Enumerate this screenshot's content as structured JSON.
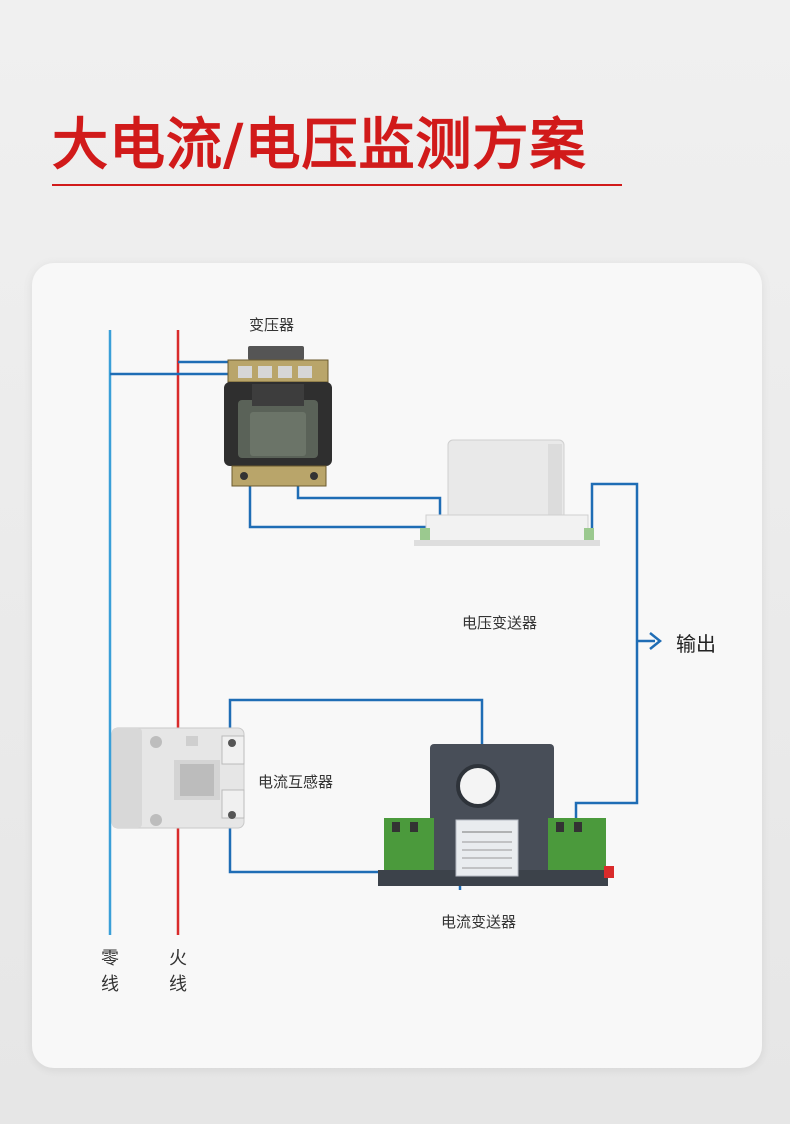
{
  "title": "大电流/电压监测方案",
  "labels": {
    "transformer": "变压器",
    "voltage_transmitter": "电压变送器",
    "output": "输出",
    "current_transformer": "电流互感器",
    "current_transmitter": "电流变送器",
    "neutral_line": "零线",
    "live_line": "火线"
  },
  "colors": {
    "title": "#d11a1a",
    "neutral_wire": "#3a9fd8",
    "live_wire": "#d92b2b",
    "signal_wire": "#1f6db5"
  }
}
